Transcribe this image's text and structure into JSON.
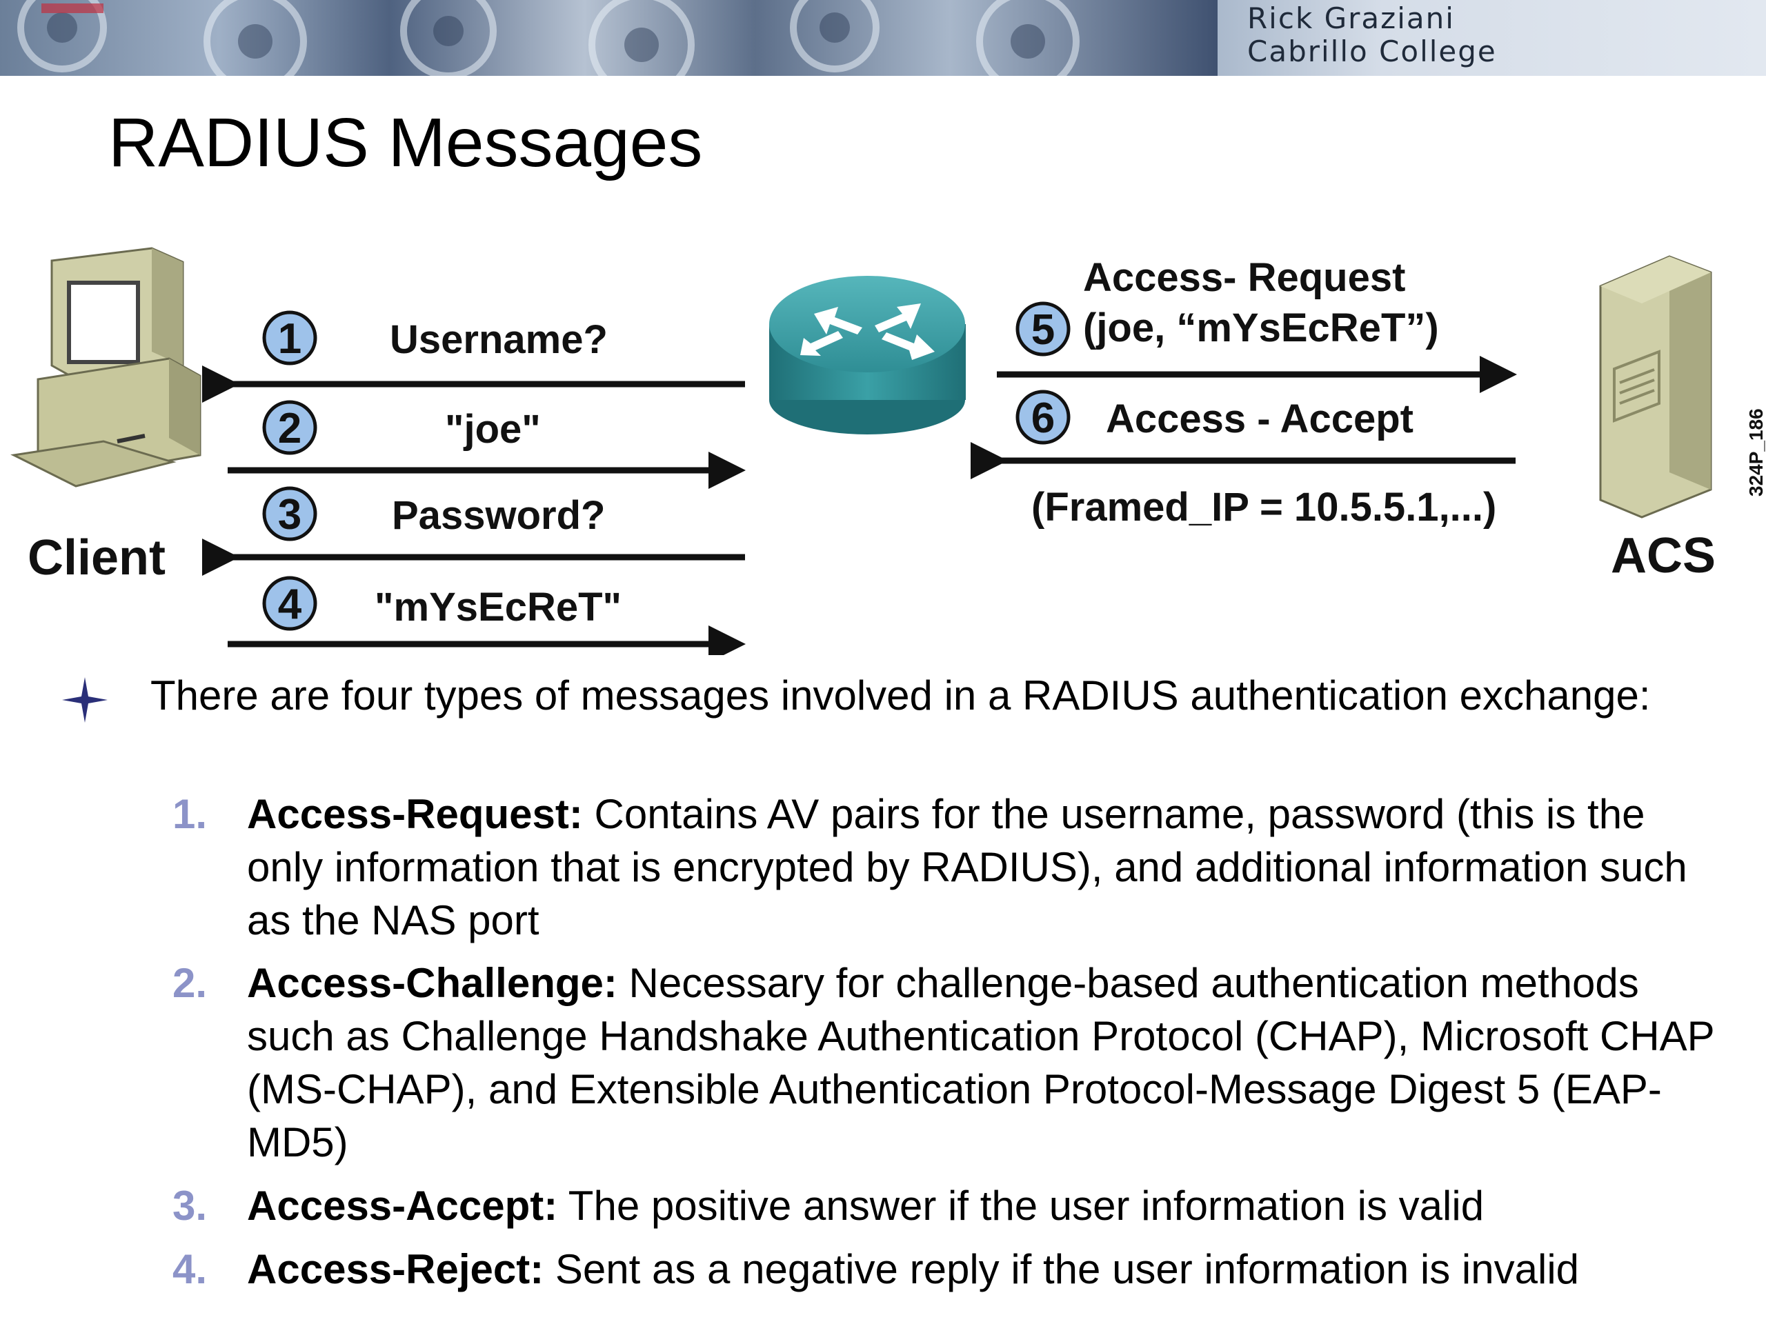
{
  "header": {
    "author_line1": "Rick Graziani",
    "author_line2": "Cabrillo College"
  },
  "page": {
    "title": "RADIUS Messages"
  },
  "diagram": {
    "client_label": "Client",
    "server_label": "ACS",
    "figure_code": "324P_186",
    "steps": [
      {
        "num": "1",
        "label": "Username?"
      },
      {
        "num": "2",
        "label": "\"joe\""
      },
      {
        "num": "3",
        "label": "Password?"
      },
      {
        "num": "4",
        "label": "\"mYsEcReT\""
      },
      {
        "num": "5",
        "label_line1": "Access- Request",
        "label_line2": "(joe, “mYsEcReT”)"
      },
      {
        "num": "6",
        "label_line1": "Access - Accept",
        "label_line2": "(Framed_IP = 10.5.5.1,...)"
      }
    ]
  },
  "body": {
    "intro": "There are four types of messages involved in a RADIUS authentication exchange:",
    "items": [
      {
        "num": "1.",
        "term": "Access-Request:",
        "text": " Contains AV pairs for the username, password (this is the only information that is encrypted by RADIUS), and additional information such as the NAS port"
      },
      {
        "num": "2.",
        "term": "Access-Challenge:",
        "text": " Necessary for challenge-based authentication methods such as Challenge Handshake Authentication Protocol (CHAP), Microsoft CHAP (MS-CHAP), and Extensible Authentication Protocol-Message Digest 5 (EAP-MD5)"
      },
      {
        "num": "3.",
        "term": "Access-Accept:",
        "text": " The positive answer if the user information is valid"
      },
      {
        "num": "4.",
        "term": "Access-Reject:",
        "text": " Sent as a negative reply if the user information is invalid"
      }
    ]
  }
}
